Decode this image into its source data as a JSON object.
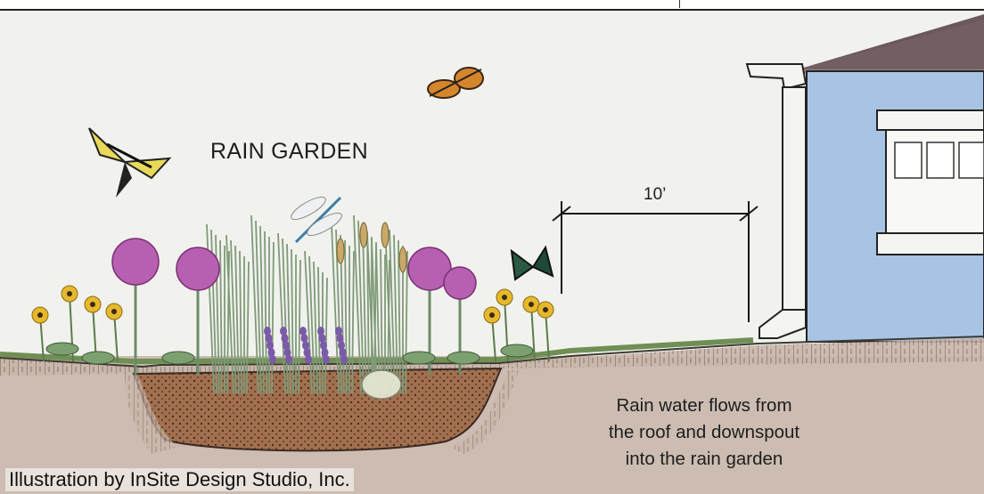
{
  "title": "RAIN GARDEN",
  "dimension_label": "10’",
  "caption_lines": [
    "Rain water flows from",
    "the roof and downspout",
    "into the rain garden"
  ],
  "credit": "Illustration by InSite Design Studio, Inc.",
  "colors": {
    "sky": "#f2f3ef",
    "house_wall": "#a9c6e6",
    "roof": "#6e5a5d",
    "soil": "#c9b8ad",
    "basin_mulch": "#9a6a4e",
    "grass": "#6f8f55",
    "flower_purple": "#b75fb0",
    "flower_yellow": "#e6b92d",
    "lavender": "#7b5aa8"
  }
}
